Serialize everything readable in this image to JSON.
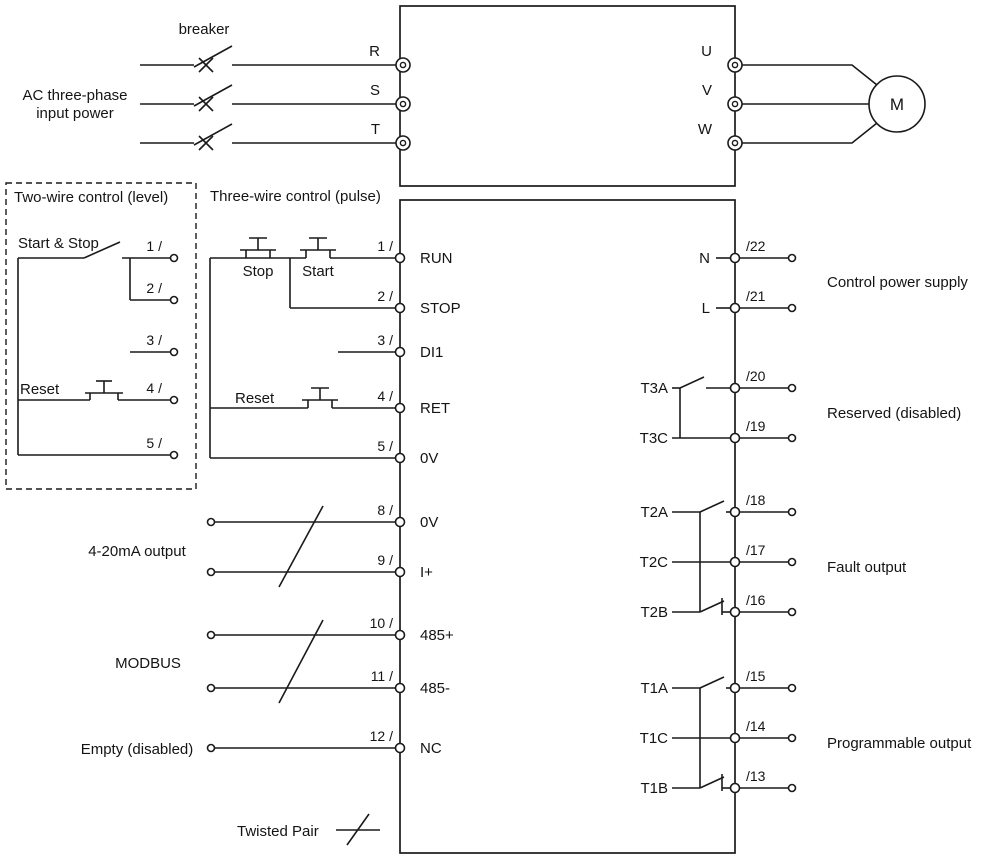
{
  "power": {
    "breaker": "breaker",
    "source_line1": "AC three-phase",
    "source_line2": "input power",
    "in_phases": [
      "R",
      "S",
      "T"
    ],
    "out_phases": [
      "U",
      "V",
      "W"
    ],
    "motor": "M"
  },
  "two_wire": {
    "title": "Two-wire control (level)",
    "start_stop": "Start & Stop",
    "reset": "Reset",
    "terms": [
      "1 /",
      "2 /",
      "3 /",
      "4 /",
      "5 /"
    ]
  },
  "three_wire": {
    "title": "Three-wire control (pulse)",
    "stop": "Stop",
    "start": "Start",
    "reset": "Reset",
    "terms": [
      {
        "num": "1 /",
        "name": "RUN"
      },
      {
        "num": "2 /",
        "name": "STOP"
      },
      {
        "num": "3 /",
        "name": "DI1"
      },
      {
        "num": "4 /",
        "name": "RET"
      },
      {
        "num": "5 /",
        "name": "0V"
      }
    ]
  },
  "analog": {
    "label": "4-20mA output",
    "terms": [
      {
        "num": "8 /",
        "name": "0V"
      },
      {
        "num": "9 /",
        "name": "I+"
      }
    ]
  },
  "modbus": {
    "label": "MODBUS",
    "terms": [
      {
        "num": "10 /",
        "name": "485+"
      },
      {
        "num": "11 /",
        "name": "485-"
      }
    ]
  },
  "empty": {
    "label": "Empty (disabled)",
    "term": {
      "num": "12 /",
      "name": "NC"
    }
  },
  "legend": {
    "twisted_pair": "Twisted Pair"
  },
  "outputs": {
    "power_supply": {
      "label": "Control power supply",
      "rows": [
        {
          "name": "N",
          "num": "/22"
        },
        {
          "name": "L",
          "num": "/21"
        }
      ]
    },
    "reserved": {
      "label": "Reserved (disabled)",
      "rows": [
        {
          "name": "T3A",
          "num": "/20"
        },
        {
          "name": "T3C",
          "num": "/19"
        }
      ]
    },
    "fault": {
      "label": "Fault output",
      "rows": [
        {
          "name": "T2A",
          "num": "/18"
        },
        {
          "name": "T2C",
          "num": "/17"
        },
        {
          "name": "T2B",
          "num": "/16"
        }
      ]
    },
    "programmable": {
      "label": "Programmable output",
      "rows": [
        {
          "name": "T1A",
          "num": "/15"
        },
        {
          "name": "T1C",
          "num": "/14"
        },
        {
          "name": "T1B",
          "num": "/13"
        }
      ]
    }
  }
}
